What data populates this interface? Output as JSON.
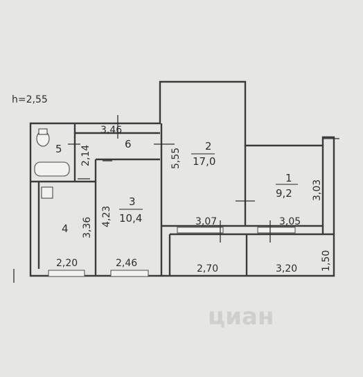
{
  "ceiling_height": "h=2,55",
  "rooms": [
    {
      "number": "1",
      "area": "9,2"
    },
    {
      "number": "2",
      "area": "17,0"
    },
    {
      "number": "3",
      "area": "10,4"
    },
    {
      "number": "4",
      "area": ""
    },
    {
      "number": "5",
      "area": ""
    },
    {
      "number": "6",
      "area": ""
    }
  ],
  "dimensions": {
    "corridor_width": "3,46",
    "bath_height": "2,14",
    "room2_height": "5,55",
    "room1_height": "3,03",
    "room3_height": "4,23",
    "kitchen_height": "3,36",
    "room2_bottom": "3,07",
    "room1_bottom": "3,05",
    "kitchen_width": "2,20",
    "room3_width": "2,46",
    "balcony_left_width": "2,70",
    "balcony_right_width": "3,20",
    "balcony_right_depth": "1,50"
  },
  "watermark": "циан"
}
